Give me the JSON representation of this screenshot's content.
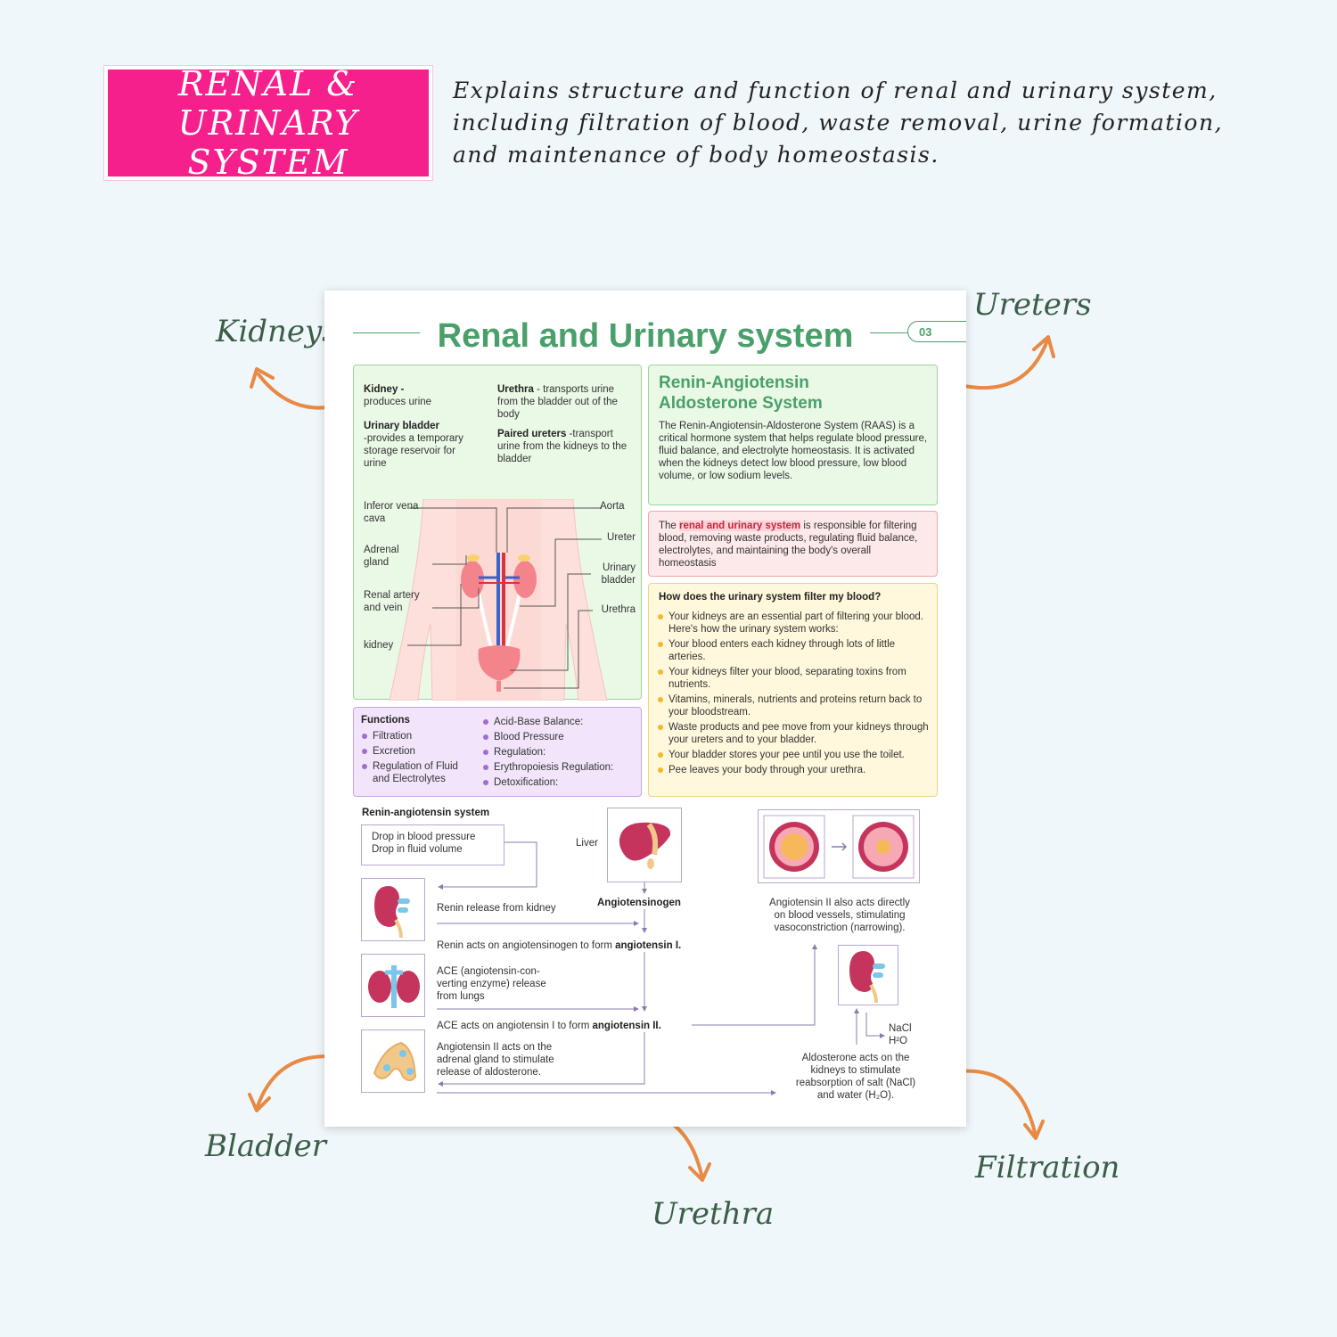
{
  "header": {
    "badge": "RENAL & URINARY SYSTEM",
    "tagline": "Explains structure and function of renal and urinary system, including filtration of blood, waste removal, urine formation, and maintenance of body homeostasis."
  },
  "callouts": {
    "kidneys": "Kidneys",
    "ureters": "Ureters",
    "bladder": "Bladder",
    "urethra": "Urethra",
    "filtration": "Filtration"
  },
  "sheet": {
    "title": "Renal and Urinary system",
    "page_number": "03",
    "anatomy": {
      "kidney_term": "Kidney -",
      "kidney_desc": "produces urine",
      "bladder_term": "Urinary bladder",
      "bladder_desc": "-provides a temporary storage reservoir for urine",
      "urethra_term": "Urethra",
      "urethra_desc": " - transports urine from the bladder out of the body",
      "ureters_term": "Paired ureters",
      "ureters_desc": " -transport urine from the kidneys to the bladder",
      "labels": {
        "ivc": "Inferor vena cava",
        "adrenal": "Adrenal gland",
        "renal": "Renal artery and vein",
        "kidney": "kidney",
        "aorta": "Aorta",
        "ureter": "Ureter",
        "bladder": "Urinary bladder",
        "urethra": "Urethra"
      }
    },
    "raas": {
      "heading": "Renin-Angiotensin Aldosterone System",
      "body": "The Renin-Angiotensin-Aldosterone System (RAAS) is a critical hormone system that helps regulate blood pressure, fluid balance, and electrolyte homeostasis. It is activated when the kidneys detect low blood pressure, low blood volume, or low sodium levels."
    },
    "role": {
      "pre": "The ",
      "highlight": "renal and urinary system",
      "post": " is responsible for filtering blood, removing waste products, regulating fluid balance, electrolytes, and maintaining the body's overall homeostasis"
    },
    "filter": {
      "heading": "How does the urinary system filter my blood?",
      "items": [
        "Your kidneys are an essential part of filtering your blood. Here's how the urinary system works:",
        "Your blood enters each kidney through lots of little arteries.",
        "Your kidneys filter your blood, separating toxins from nutrients.",
        "Vitamins, minerals, nutrients and proteins return back to your bloodstream.",
        "Waste products and pee move from your kidneys through your ureters and to your bladder.",
        "Your bladder stores your pee until you use the toilet.",
        "Pee leaves your body through your urethra."
      ]
    },
    "functions": {
      "heading": "Functions",
      "left": [
        "Filtration",
        "Excretion",
        "Regulation of Fluid and Electrolytes"
      ],
      "right": [
        "Acid-Base Balance:",
        "Blood Pressure",
        "Regulation:",
        "Erythropoiesis Regulation:",
        "Detoxification:"
      ]
    },
    "flow": {
      "heading": "Renin-angiotensin system",
      "trigger": "Drop in blood pressure\nDrop in fluid volume",
      "liver": "Liver",
      "angiotensinogen": "Angiotensinogen",
      "renin_release": "Renin release from kidney",
      "renin_acts_pre": "Renin acts on angiotensinogen to form ",
      "renin_acts_bold": "angiotensin I.",
      "ace_release": "ACE (angiotensin-con-\nverting enzyme) release\nfrom lungs",
      "ace_acts_pre": "ACE acts on angiotensin I to form ",
      "ace_acts_bold": "angiotensin II.",
      "adrenal": "Angiotensin II acts on the\nadrenal gland to stimulate\nrelease of aldosterone.",
      "vessels": "Angiotensin II also acts directly\non blood vessels, stimulating\nvasoconstriction (narrowing).",
      "nacl": "NaCl",
      "h2o": "H²O",
      "aldosterone": "Aldosterone acts on the\nkidneys to stimulate\nreabsorption of salt (NaCl)\nand water (H₂O)."
    }
  },
  "colors": {
    "badge": "#f5208c",
    "accent_green": "#4aa06a",
    "arrow_orange": "#e88a45",
    "background": "#f0f7fa"
  }
}
